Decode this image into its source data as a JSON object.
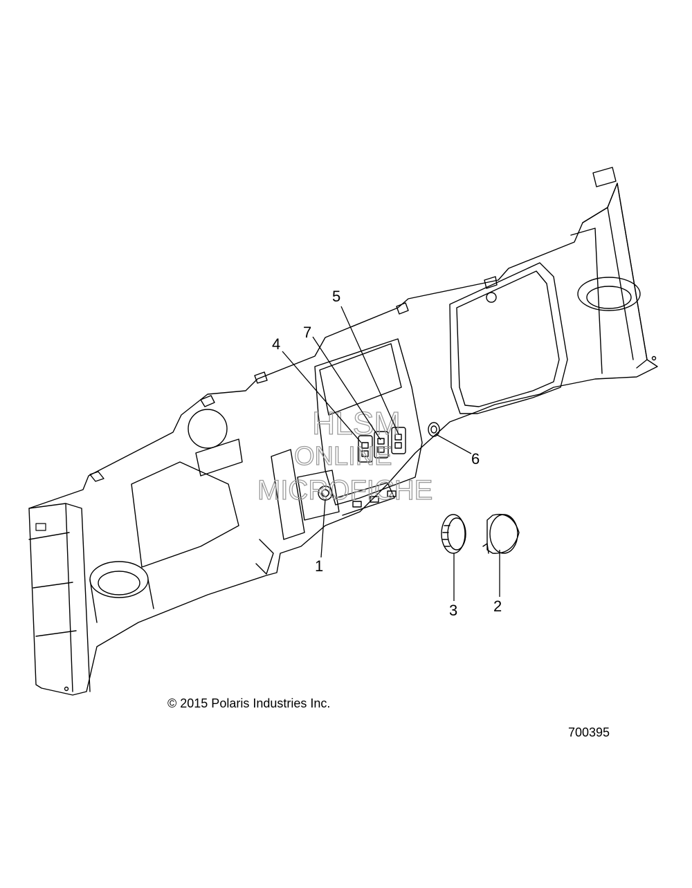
{
  "diagram": {
    "callouts": [
      {
        "id": "1",
        "label": "1"
      },
      {
        "id": "2",
        "label": "2"
      },
      {
        "id": "3",
        "label": "3"
      },
      {
        "id": "4",
        "label": "4"
      },
      {
        "id": "5",
        "label": "5"
      },
      {
        "id": "6",
        "label": "6"
      },
      {
        "id": "7",
        "label": "7"
      }
    ],
    "copyright": "© 2015 Polaris Industries Inc.",
    "illustration_number": "700395"
  },
  "watermark": {
    "line1": "HLSM",
    "line2": "ONLINE",
    "line3": "MICROFICHE"
  }
}
